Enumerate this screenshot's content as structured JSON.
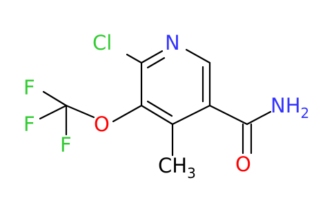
{
  "structure": {
    "atoms": {
      "cl": {
        "text": "Cl",
        "color": "#33cc33"
      },
      "n_ring": {
        "text": "N",
        "color": "#3333ff"
      },
      "o_ether": {
        "text": "O",
        "color": "#ff0000"
      },
      "f1": {
        "text": "F",
        "color": "#33cc33"
      },
      "f2": {
        "text": "F",
        "color": "#33cc33"
      },
      "f3": {
        "text": "F",
        "color": "#33cc33"
      },
      "nh2": {
        "text": "NH",
        "sub": "2",
        "color": "#3333ff"
      },
      "o_carbonyl": {
        "text": "O",
        "color": "#ff0000"
      },
      "ch3": {
        "text": "CH",
        "sub": "3",
        "color": "#000000"
      }
    },
    "bond_color": "#000000"
  }
}
